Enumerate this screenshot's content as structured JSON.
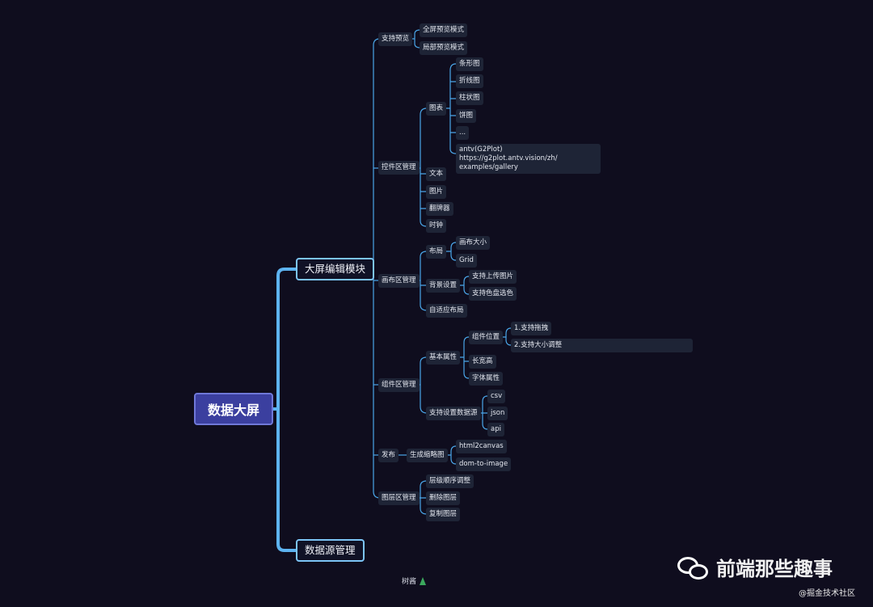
{
  "diagram": {
    "root": "数据大屏",
    "main_topics": [
      "大屏编辑模块",
      "数据源管理"
    ],
    "nodes": {
      "preview": "支持预览",
      "preview_full": "全屏预览模式",
      "preview_part": "局部预览模式",
      "widgets": "控件区管理",
      "charts": "图表",
      "bar": "条形图",
      "line": "折线图",
      "column": "柱状图",
      "pie": "饼图",
      "more": "...",
      "antv": "antv(G2Plot)    https://g2plot.antv.vision/zh/ examples/gallery",
      "text": "文本",
      "image": "图片",
      "flipper": "翻牌器",
      "clock": "时钟",
      "canvas_mgmt": "画布区管理",
      "layout": "布局",
      "canvas_size": "画布大小",
      "grid": "Grid",
      "bg_settings": "背景设置",
      "upload_image": "支持上传图片",
      "color_picker": "支持色盘选色",
      "adaptive": "自适应布局",
      "component_mgmt": "组件区管理",
      "basic_props": "基本属性",
      "position": "组件位置",
      "drag": "1.支持拖拽",
      "resize": "2.支持大小调整",
      "size": "长宽高",
      "font": "字体属性",
      "datasource": "支持设置数据源",
      "csv": "csv",
      "json": "json",
      "api": "api",
      "publish": "发布",
      "thumbnail": "生成缩略图",
      "html2canvas": "html2canvas",
      "dom2image": "dom-to-image",
      "layers": "图层区管理",
      "layer_order": "层级顺序调整",
      "layer_delete": "删除图层",
      "layer_copy": "复制图层"
    }
  },
  "footer": {
    "brand": "树酱",
    "brand_icon": "tree-icon"
  },
  "watermark": {
    "title": "前端那些趣事",
    "sub": "@掘金技术社区",
    "icon": "wechat-icon"
  },
  "colors": {
    "background": "#0f0d1e",
    "root_fill": "#3b3f9f",
    "main_border": "#7cc4f6",
    "link": "#5db3f0",
    "node_fill": "#1e2436"
  }
}
